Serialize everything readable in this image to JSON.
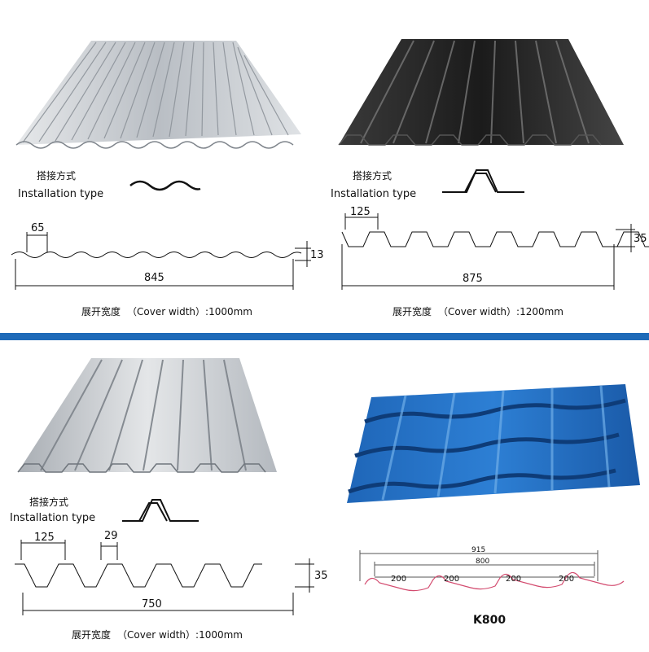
{
  "panels": [
    {
      "install_cn": "搭接方式",
      "install_en": "Installation type",
      "pitch": "65",
      "height": "13",
      "span": "845",
      "cover_cn": "展开宽度",
      "cover_en": "（Cover width）:1000mm"
    },
    {
      "install_cn": "搭接方式",
      "install_en": "Installation type",
      "pitch": "125",
      "height": "35",
      "span": "875",
      "cover_cn": "展开宽度",
      "cover_en": "（Cover width）:1200mm"
    },
    {
      "install_cn": "搭接方式",
      "install_en": "Installation type",
      "pitch": "125",
      "top_width": "29",
      "height": "35",
      "span": "750",
      "cover_cn": "展开宽度",
      "cover_en": "（Cover width）:1000mm"
    },
    {
      "overall": "915",
      "effective": "800",
      "segments": [
        "200",
        "200",
        "200",
        "200"
      ],
      "model": "K800"
    }
  ],
  "colors": {
    "divider": "#1e6ab8",
    "blue_tile": "#1c5fb0",
    "silver": "#c8ccd0",
    "black": "#2a2a2a"
  }
}
